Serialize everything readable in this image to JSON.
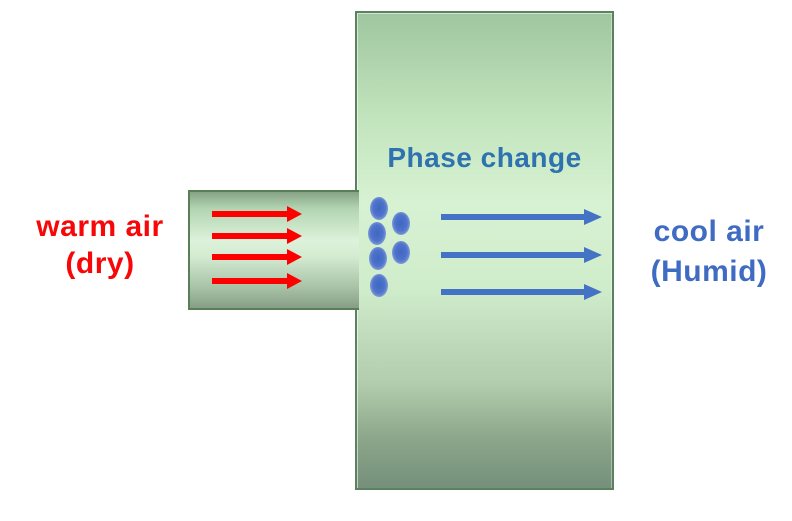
{
  "labels": {
    "inlet": {
      "line1": "warm air",
      "line2": "(dry)",
      "color": "#f70707"
    },
    "process": {
      "text": "Phase change",
      "color": "#2e72b0"
    },
    "outlet": {
      "line1": "cool air",
      "line2": "(Humid)",
      "color": "#3f6cc2"
    }
  },
  "arrows": {
    "inlet_flow": {
      "count": 4,
      "direction": "right",
      "color": "#fe0000"
    },
    "outlet_flow": {
      "count": 3,
      "direction": "right",
      "color": "#4472c4"
    }
  },
  "condensation_droplets": {
    "count": 6,
    "color": "#4a70c8"
  },
  "shapes": {
    "chamber": {
      "border_color": "#5b815e",
      "fill_top": "#9fc69f",
      "fill_light": "#d7f2d2",
      "fill_bottom": "#75907b"
    },
    "inlet_duct": {
      "border_color": "#587f57",
      "fill_light": "#ddf2db",
      "fill_dark": "#869e86"
    }
  }
}
